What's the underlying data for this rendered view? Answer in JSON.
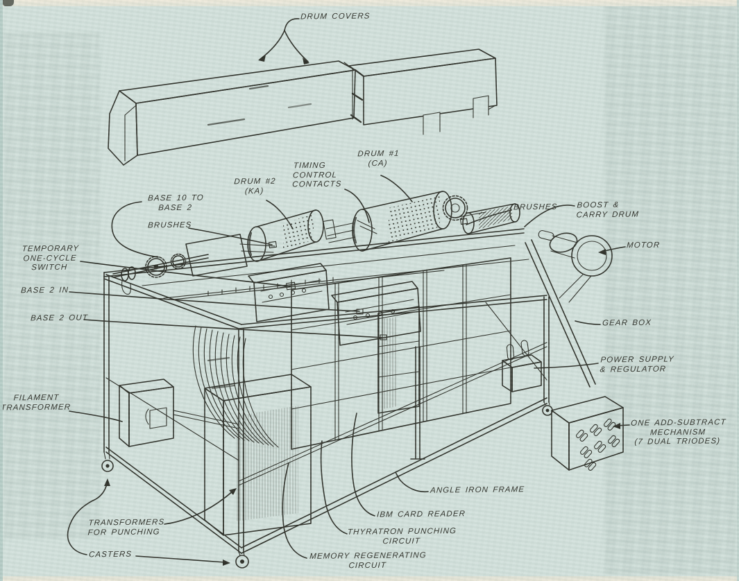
{
  "figure": {
    "colors": {
      "ink": "#2b2c25",
      "paper": "#d3e1dc"
    },
    "labels": {
      "drum_covers": "DRUM COVERS",
      "drum_1": "DRUM #1\n(CA)",
      "timing_control_contacts": "TIMING\nCONTROL\nCONTACTS",
      "drum_2": "DRUM #2\n(KA)",
      "base_10_to_base_2": "BASE 10 TO\nBASE 2",
      "brushes_left": "BRUSHES",
      "temporary_one_cycle_switch": "TEMPORARY\nONE-CYCLE\nSWITCH",
      "base_2_in": "BASE 2 IN",
      "base_2_out": "BASE 2 OUT",
      "brushes_right": "BRUSHES",
      "boost_and_carry_drum": "BOOST &\nCARRY DRUM",
      "motor": "MOTOR",
      "gear_box": "GEAR BOX",
      "power_supply_and_regulator": "POWER SUPPLY\n& REGULATOR",
      "one_add_subtract_mechanism": "ONE ADD-SUBTRACT\nMECHANISM\n(7 DUAL TRIODES)",
      "filament_transformer": "FILAMENT\nTRANSFORMER",
      "transformers_for_punching": "TRANSFORMERS\nFOR PUNCHING",
      "casters": "CASTERS",
      "angle_iron_frame": "ANGLE IRON FRAME",
      "ibm_card_reader": "IBM CARD READER",
      "thyratron_punching_circuit": "THYRATRON PUNCHING\nCIRCUIT",
      "memory_regenerating_circuit": "MEMORY REGENERATING\nCIRCUIT"
    }
  }
}
